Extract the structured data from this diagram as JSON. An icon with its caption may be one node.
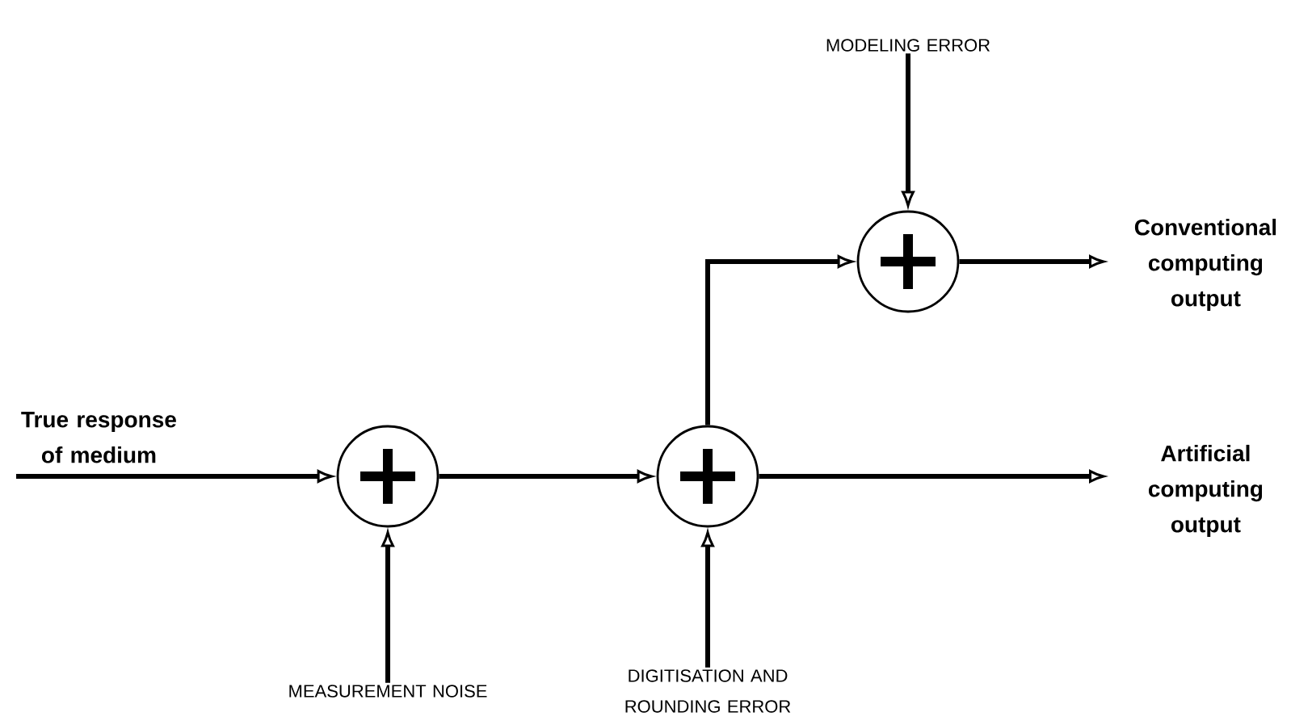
{
  "diagram": {
    "nodes": [
      {
        "text": [
          "MODELING ERROR"
        ]
      },
      {
        "text": [
          "Conventional computing output"
        ]
      },
      {
        "text": [
          "True response of medium"
        ]
      },
      {
        "text": [
          "Artificial computing output"
        ]
      },
      {
        "text": [],
        "shape": "circle"
      },
      {
        "text": [],
        "shape": "circle"
      },
      {
        "text": [],
        "shape": "circle"
      },
      {
        "text": [
          "MEASUREMENT NOISE"
        ]
      },
      {
        "text": [
          "DIGITISATION AND ROUNDING ERROR"
        ]
      }
    ],
    "edges": [
      {
        "from": 2,
        "to": 4,
        "arrow": "to"
      },
      {
        "from": 4,
        "to": 5,
        "arrow": "to"
      },
      {
        "from": 5,
        "to": 6,
        "arrow": "to"
      },
      {
        "from": 5,
        "to": 3,
        "arrow": "to"
      },
      {
        "from": 6,
        "to": 1,
        "arrow": "to"
      },
      {
        "from": 0,
        "to": 6,
        "arrow": "to"
      },
      {
        "from": 7,
        "to": 4,
        "arrow": "to"
      },
      {
        "from": 8,
        "to": 5,
        "arrow": "to"
      }
    ]
  }
}
